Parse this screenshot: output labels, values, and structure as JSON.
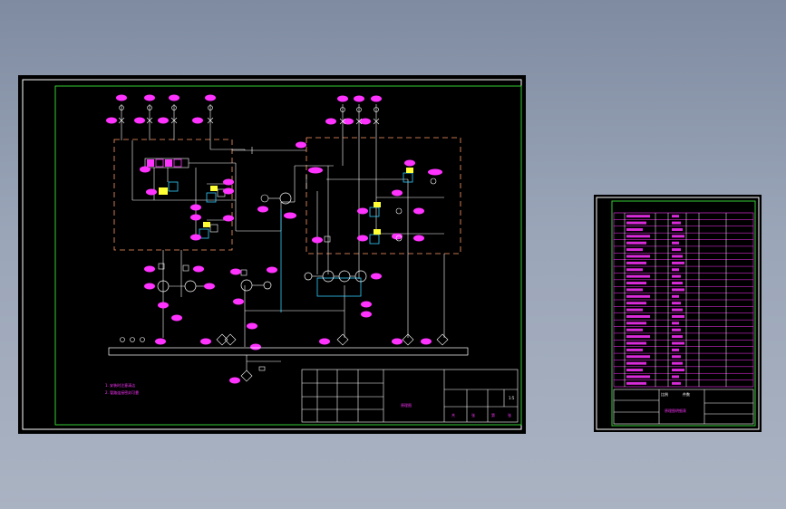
{
  "drawing": {
    "title_block_name": "原理图",
    "notes": [
      "1. 安装时注意清洁",
      "2. 管路连接密封可靠"
    ],
    "scale_label": "1:5",
    "sheet_marks": [
      "共",
      "张",
      "第",
      "张"
    ]
  },
  "parts_list": {
    "footer_title": "原理图明细表",
    "footer_marks": [
      "比例",
      "件数"
    ]
  },
  "colors": {
    "line": "#ffffff",
    "tag": "#ff33ff",
    "border": "#33cc33",
    "dashed": "#ff9966",
    "cyan": "#33ccff",
    "yellow": "#ffff33"
  }
}
